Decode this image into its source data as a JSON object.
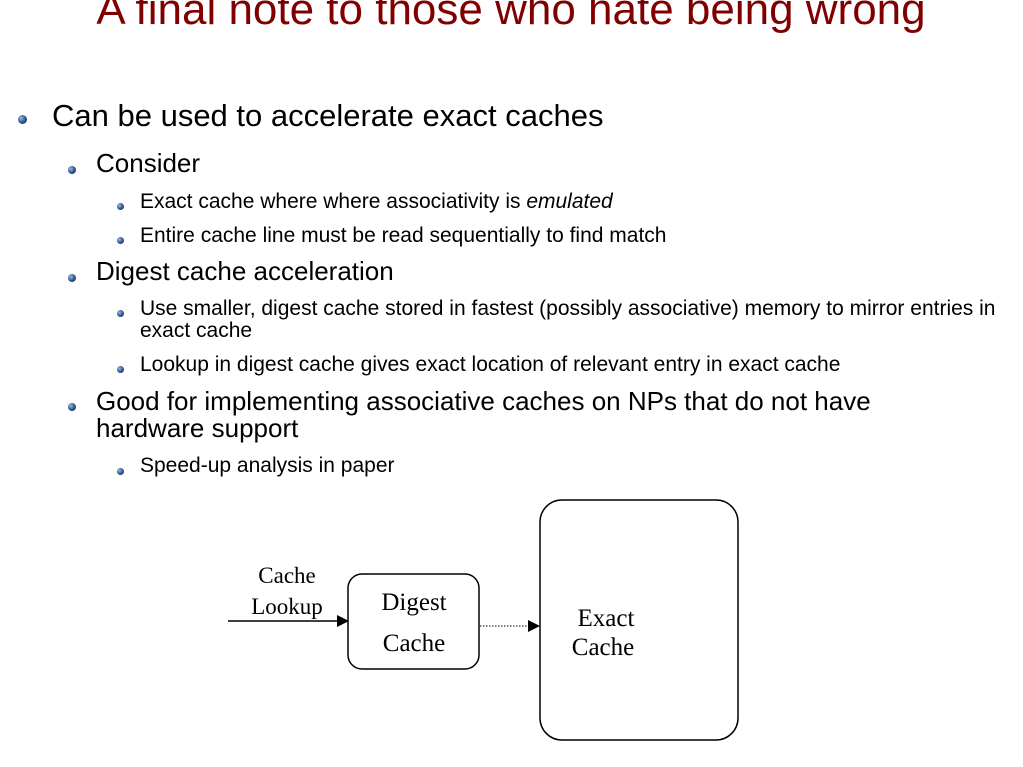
{
  "slide": {
    "title": "A final note to those who hate being wrong",
    "bullets": {
      "b1": "Can be used to accelerate exact caches",
      "b1_1": "Consider",
      "b1_1_1_a": "Exact cache where where associativity is ",
      "b1_1_1_b": "emulated",
      "b1_1_2": "Entire cache line must be read sequentially to find match",
      "b1_2": "Digest cache acceleration",
      "b1_2_1": "Use smaller, digest cache stored in fastest (possibly associative) memory to mirror entries in exact cache",
      "b1_2_2": "Lookup in digest cache gives exact location of relevant entry in exact cache",
      "b1_3": "Good for implementing associative caches on NPs that do not have hardware support",
      "b1_3_1": "Speed-up analysis in paper"
    }
  },
  "diagram": {
    "input_label_1": "Cache",
    "input_label_2": "Lookup",
    "digest_label_1": "Digest",
    "digest_label_2": "Cache",
    "exact_label_1": "Exact",
    "exact_label_2": "Cache"
  },
  "colors": {
    "title": "#800000",
    "bullet": "#2b4f8c"
  }
}
